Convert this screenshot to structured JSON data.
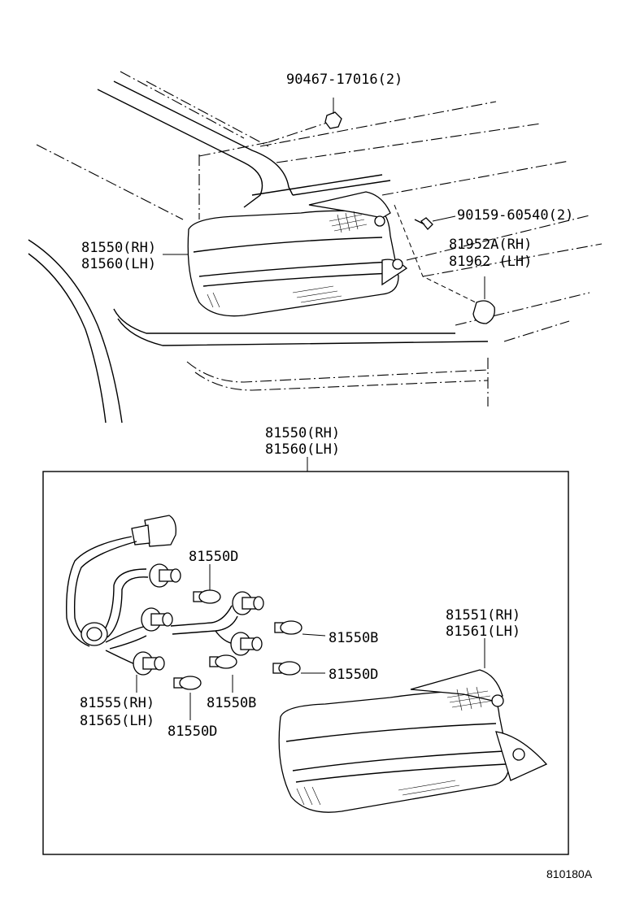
{
  "labels": {
    "clip_top": "90467-17016(2)",
    "screw": "90159-60540(2)",
    "lamp_rh": "81550(RH)",
    "lamp_lh": "81560(LH)",
    "cover_rh": "81952A(RH)",
    "cover_lh": "81962 (LH)",
    "assy_rh": "81550(RH)",
    "assy_lh": "81560(LH)",
    "bulb_d_top": "81550D",
    "bulb_b_right": "81550B",
    "bulb_d_right": "81550D",
    "socket_rh": "81555(RH)",
    "socket_lh": "81565(LH)",
    "bulb_b_bottom": "81550B",
    "bulb_d_bottom": "81550D",
    "lens_rh": "81551(RH)",
    "lens_lh": "81561(LH)"
  },
  "figure_number": "810180A"
}
